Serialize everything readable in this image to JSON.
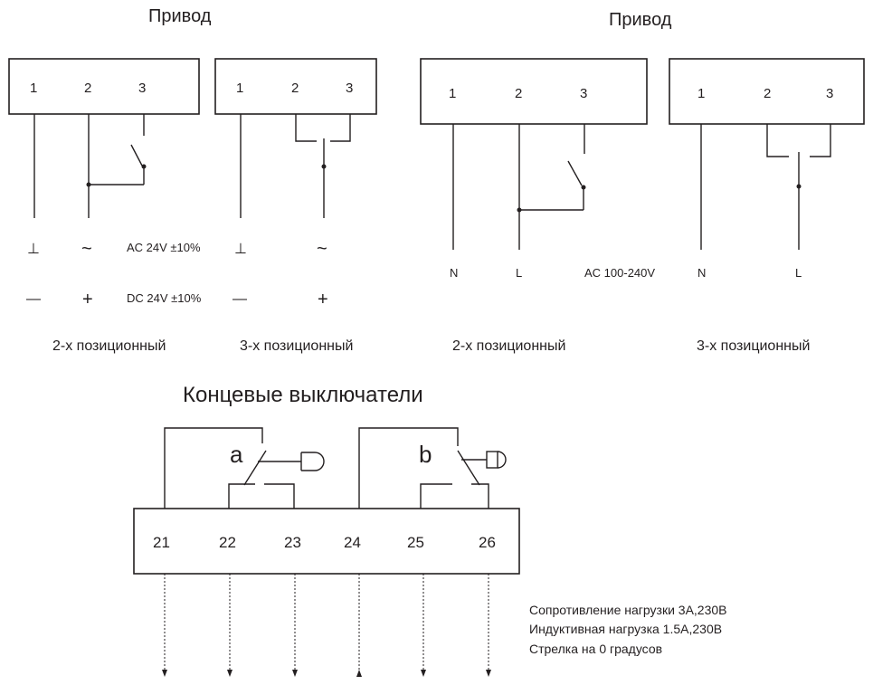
{
  "drive_left": {
    "title": "Привод",
    "box_a_terminals": [
      "1",
      "2",
      "3"
    ],
    "box_b_terminals": [
      "1",
      "2",
      "3"
    ],
    "ac_label": "AC 24V  ±10%",
    "dc_label": "DC 24V  ±10%",
    "caption_2pos": "2-х позиционный",
    "caption_3pos": "3-х позиционный",
    "symbols": {
      "ground": "⊥",
      "tilde": "~",
      "minus": "—",
      "plus": "+"
    }
  },
  "drive_right": {
    "title": "Привод",
    "box_a_terminals": [
      "1",
      "2",
      "3"
    ],
    "box_b_terminals": [
      "1",
      "2",
      "3"
    ],
    "box_a_wires": [
      "N",
      "L"
    ],
    "box_b_wires": [
      "N",
      "L"
    ],
    "voltage_label": "AC 100-240V",
    "caption_2pos": "2-х позиционный",
    "caption_3pos": "3-х позиционный"
  },
  "limit_switches": {
    "title": "Концевые выключатели",
    "switch_a": "a",
    "switch_b": "b",
    "terminals": [
      "21",
      "22",
      "23",
      "24",
      "25",
      "26"
    ],
    "notes": [
      "Сопротивление нагрузки 3А,230В",
      "Индуктивная нагрузка 1.5А,230В",
      "Стрелка на 0 градусов"
    ]
  }
}
